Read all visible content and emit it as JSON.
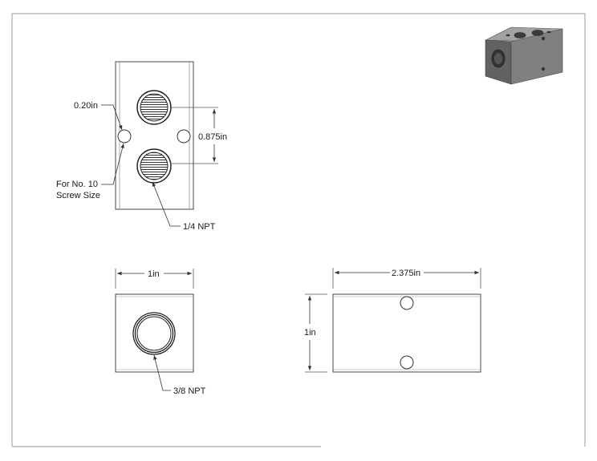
{
  "top_view": {
    "hole_dim": "0.20in",
    "spacing_dim": "0.875in",
    "screw_note_line1": "For No. 10",
    "screw_note_line2": "Screw Size",
    "port_note": "1/4 NPT"
  },
  "end_view": {
    "width_dim": "1in",
    "port_note": "3/8 NPT"
  },
  "side_view": {
    "length_dim": "2.375in",
    "height_dim": "1in"
  },
  "colors": {
    "line": "#4a4a4a",
    "block_face": "#6e6e6e",
    "block_top": "#9a9a9a",
    "block_side": "#505050"
  }
}
